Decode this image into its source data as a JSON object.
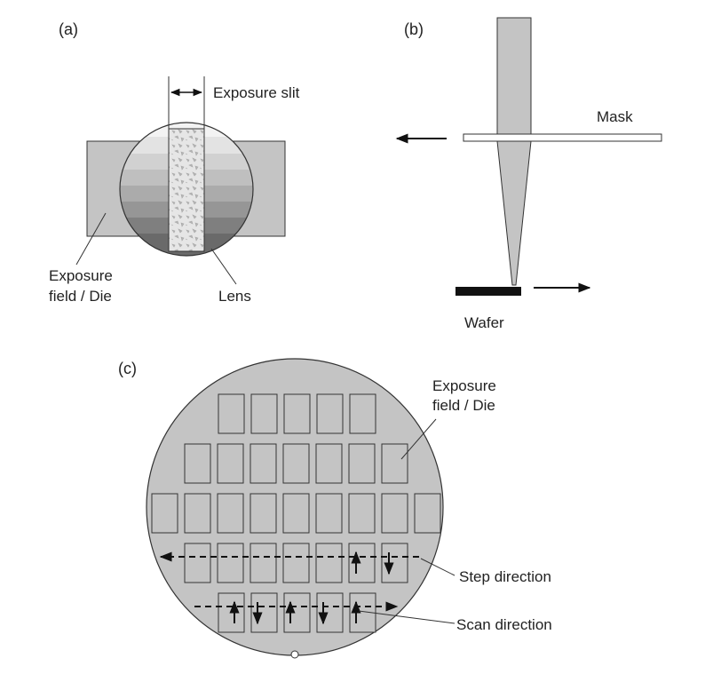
{
  "panel_a": {
    "label": "(a)",
    "slit_label": "Exposure slit",
    "field_label_line1": "Exposure",
    "field_label_line2": "field / Die",
    "lens_label": "Lens"
  },
  "panel_b": {
    "label": "(b)",
    "mask_label": "Mask",
    "wafer_label": "Wafer"
  },
  "panel_c": {
    "label": "(c)",
    "field_label_line1": "Exposure",
    "field_label_line2": "field / Die",
    "step_label": "Step direction",
    "scan_label": "Scan direction"
  },
  "colors": {
    "light_gray": "#d9d9d9",
    "mid_gray": "#c4c4c4",
    "dark": "#111111",
    "stroke": "#333333"
  }
}
